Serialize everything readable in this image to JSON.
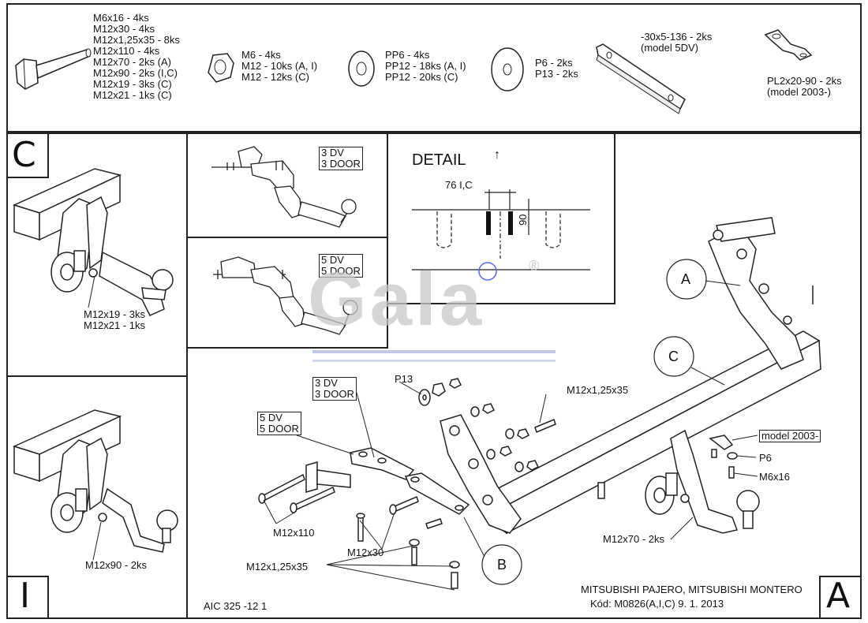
{
  "parts": {
    "bolt_list": [
      "M6x16 - 4ks",
      "M12x30 - 4ks",
      "M12x1,25x35 - 8ks",
      "M12x110 - 4ks",
      "M12x70 - 2ks (A)",
      "M12x90 - 2ks (I,C)",
      "M12x19 - 3ks (C)",
      "M12x21 - 1ks (C)"
    ],
    "nut_list": [
      "M6 - 4ks",
      "M12 - 10ks (A, I)",
      "M12 - 12ks (C)"
    ],
    "washer_pp_list": [
      "PP6 - 4ks",
      "PP12 - 18ks (A, I)",
      "PP12 - 20ks (C)"
    ],
    "washer_p_list": [
      "P6 - 2ks",
      "P13 - 2ks"
    ],
    "plate_list": [
      "-30x5-136 - 2ks",
      "(model 5DV)"
    ],
    "bracket_list": [
      "PL2x20-90 - 2ks",
      "(model 2003-)"
    ]
  },
  "view_c": {
    "letter": "C",
    "labels": [
      "M12x19 - 3ks",
      "M12x21 - 1ks"
    ]
  },
  "view_i": {
    "letter": "I",
    "labels": [
      "M12x90 - 2ks"
    ]
  },
  "view_a": {
    "letter": "A"
  },
  "variant_3dv": {
    "line1": "3 DV",
    "line2": "3 DOOR"
  },
  "variant_5dv": {
    "line1": "5 DV",
    "line2": "5 DOOR"
  },
  "detail": {
    "title": "DETAIL",
    "dim_h": "76 I,C",
    "dim_v": "90"
  },
  "main": {
    "callout_a": "A",
    "callout_b": "B",
    "callout_c": "C",
    "label_p13": "P13",
    "label_m12x1_top": "M12x1,25x35",
    "label_3dv": "3 DV",
    "label_3door": "3 DOOR",
    "label_5dv": "5 DV",
    "label_5door": "5 DOOR",
    "label_m12x110": "M12x110",
    "label_m12x30": "M12x30",
    "label_m12x1_bottom": "M12x1,25x35",
    "label_model2003": "model 2003-",
    "label_p6": "P6",
    "label_m6x16": "M6x16",
    "label_m12x70": "M12x70 - 2ks"
  },
  "watermark": {
    "text": "Gala",
    "mark": "®"
  },
  "footer": {
    "code_left": "AIC 325 -12 1",
    "vehicle": "MITSUBISHI PAJERO, MITSUBISHI MONTERO",
    "kod": "Kód: M0826(A,I,C)  9. 1. 2013"
  }
}
